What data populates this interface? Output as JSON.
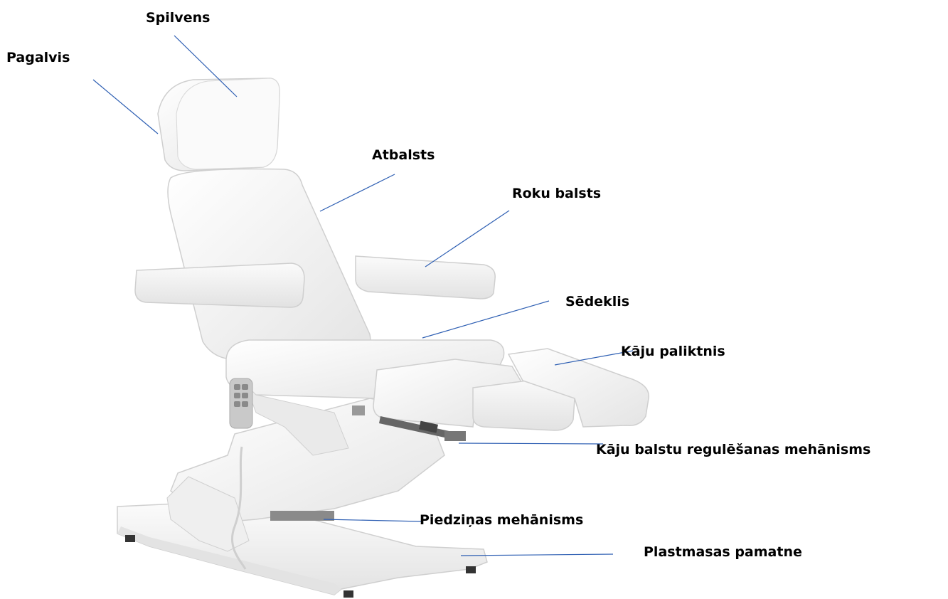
{
  "colors": {
    "leader_line": "#2e5fb3",
    "upholstery": "#f6f6f6",
    "upholstery_shadow": "#dcdcdc",
    "outline": "#c9c9c9",
    "mechanism": "#555555"
  },
  "labels": {
    "spilvens": "Spilvens",
    "pagalvis": "Pagalvis",
    "atbalsts": "Atbalsts",
    "roku_balsts": "Roku balsts",
    "sedeklis": "Sēdeklis",
    "kaju_paliktnis": "Kāju paliktnis",
    "kaju_balstu_mehanisms": "Kāju balstu regulēšanas mehānisms",
    "piedzinas_mehanisms": "Piedziņas mehānisms",
    "plastmasas_pamatne": "Plastmasas pamatne"
  }
}
